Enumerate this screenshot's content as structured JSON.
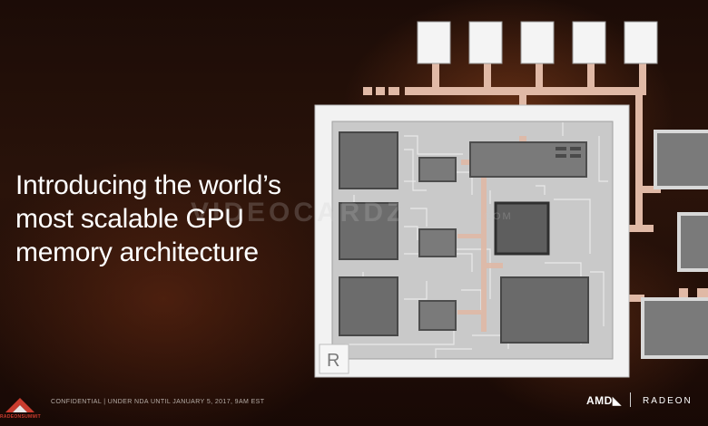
{
  "slide": {
    "headline_lines": [
      "Introducing the world’s",
      "most scalable GPU",
      "memory architecture"
    ],
    "watermark": "VIDEOCARDZ",
    "watermark_suffix": ".COM",
    "chip_logo_letter": "R"
  },
  "footer": {
    "event_logo_icon": "radeon-summit-logo-icon",
    "event_name": "RADEONSUMMIT",
    "confidential_text": "CONFIDENTIAL | UNDER NDA UNTIL JANUARY 5, 2017, 9AM EST",
    "amd_logo": "AMD◣",
    "radeon_logo": "RADEON"
  },
  "colors": {
    "trace": "#e0b9a6",
    "chip_outer": "#f2f2f2",
    "die": "#c9c9c9",
    "block": "#6e6e6e",
    "memory_block": "#f4f4f4"
  }
}
